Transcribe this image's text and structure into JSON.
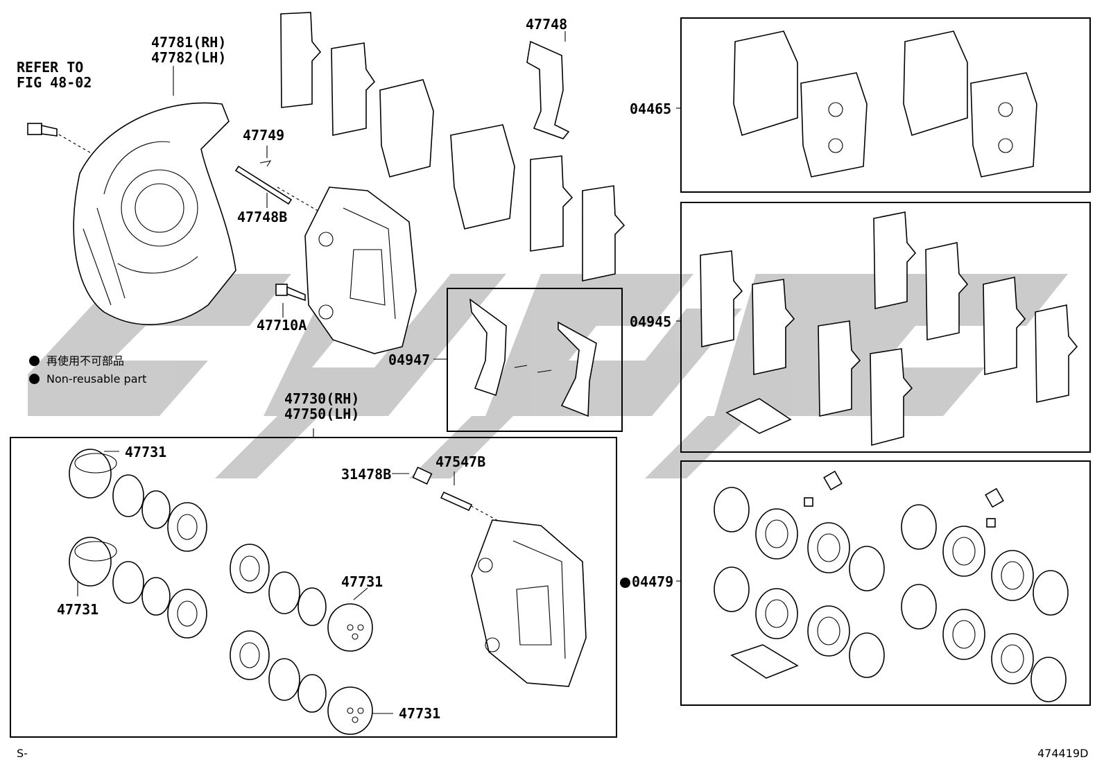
{
  "labels": {
    "refer_to": "REFER TO\nFIG 48-02",
    "shield": "47781(RH)\n47782(LH)",
    "spring_top": "47748",
    "clip": "47749",
    "pin": "47748B",
    "bolt": "47710A",
    "kit_pads": "04465",
    "kit_shims": "04945",
    "kit_springs": "04947",
    "caliper": "47730(RH)\n47750(LH)",
    "piston_top": "47731",
    "piston_left": "47731",
    "piston_mid": "47731",
    "piston_bottom": "47731",
    "cap": "31478B",
    "bleeder": "47547B",
    "seal_kit": "04479",
    "footer_left": "S-",
    "footer_right": "474419D"
  },
  "legend": {
    "jp": "再使用不可部品",
    "en": "Non-reusable part"
  },
  "colors": {
    "watermark": "#c8c8c8",
    "line": "#000000"
  }
}
